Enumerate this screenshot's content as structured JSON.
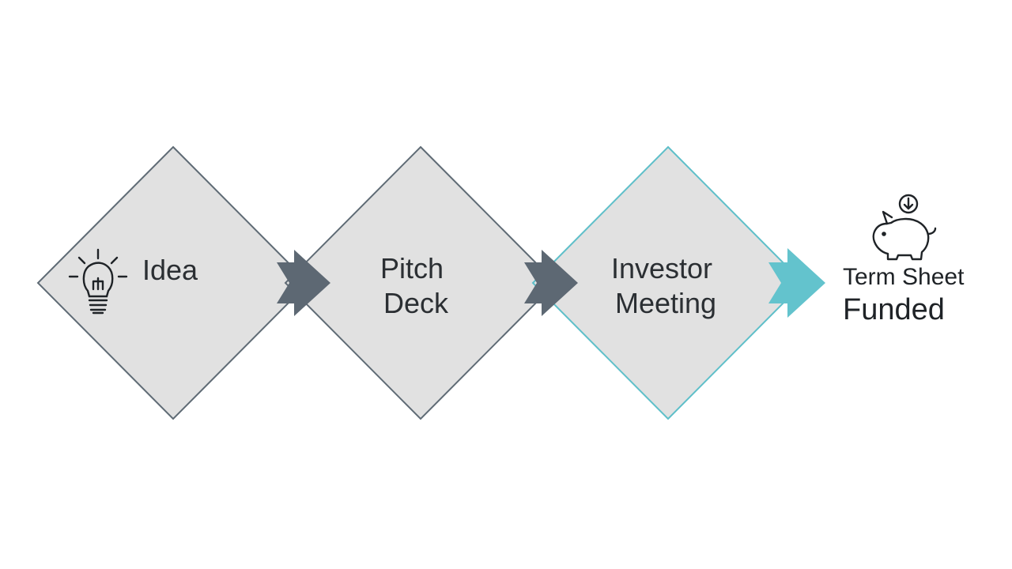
{
  "stages": [
    {
      "id": "idea",
      "lines": [
        "Idea"
      ],
      "icon": "lightbulb-icon",
      "border": "#5f6b75",
      "fill": "#e1e1e1"
    },
    {
      "id": "pitch-deck",
      "lines": [
        "Pitch",
        "Deck"
      ],
      "icon": "",
      "border": "#5f6b75",
      "fill": "#e1e1e1"
    },
    {
      "id": "investor-meeting",
      "lines": [
        "Investor",
        "Meeting"
      ],
      "icon": "",
      "border": "#5ebfc9",
      "fill": "#e1e1e1"
    }
  ],
  "arrows": [
    {
      "color": "#5d6873"
    },
    {
      "color": "#5d6873"
    },
    {
      "color": "#63c3cd"
    }
  ],
  "final": {
    "line1": "Term Sheet",
    "line2": "Funded",
    "icon": "piggy-bank-icon"
  },
  "colors": {
    "text": "#2b2f33",
    "icon": "#1f2327"
  }
}
